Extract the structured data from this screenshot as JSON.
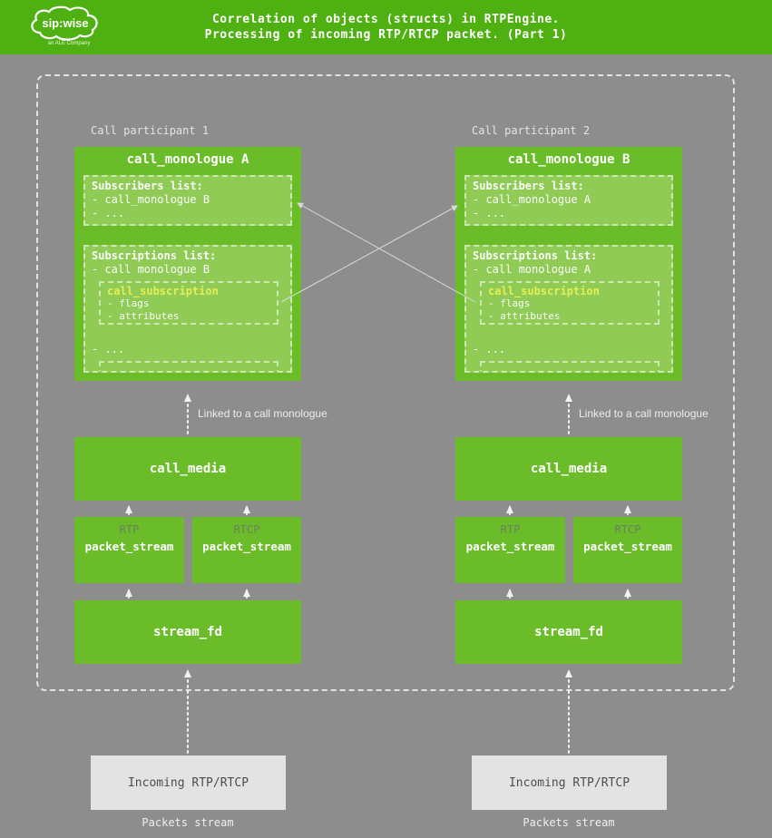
{
  "colors": {
    "header-green": "#4fb012",
    "box-green": "#6abd28",
    "inner-green": "#8fcb55",
    "bg-gray": "#8d8d8d",
    "accent-yellow": "#e6ee55",
    "incoming-bg": "#e3e3e3"
  },
  "header": {
    "title_line1": "Correlation of objects (structs) in RTPEngine.",
    "title_line2": "Processing of incoming RTP/RTCP packet. (Part 1)",
    "logo": {
      "brand": "sip:wise",
      "tagline": "an ALE Company"
    }
  },
  "participants": [
    {
      "label": "Call participant 1",
      "monologue_title": "call_monologue A",
      "subscribers_title": "Subscribers list:",
      "subscribers_item1": "- call_monologue B",
      "subscribers_item2": "- ...",
      "subscriptions_title": "Subscriptions list:",
      "subscriptions_item": "- call monologue B",
      "subscription_title": "call_subscription",
      "subscription_field1": "- flags",
      "subscription_field2": "- attributes",
      "subscriptions_more": "- ...",
      "linked_label": "Linked to a call monologue",
      "media_label": "call_media",
      "stream1_protocol": "RTP",
      "stream1_label": "packet_stream",
      "stream2_protocol": "RTCP",
      "stream2_label": "packet_stream",
      "fd_label": "stream_fd",
      "incoming_label": "Incoming RTP/RTCP",
      "packets_label": "Packets stream"
    },
    {
      "label": "Call participant 2",
      "monologue_title": "call_monologue B",
      "subscribers_title": "Subscribers list:",
      "subscribers_item1": "- call_monologue A",
      "subscribers_item2": "- ...",
      "subscriptions_title": "Subscriptions list:",
      "subscriptions_item": "- call monologue A",
      "subscription_title": "call_subscription",
      "subscription_field1": "- flags",
      "subscription_field2": "- attributes",
      "subscriptions_more": "- ...",
      "linked_label": "Linked to a call monologue",
      "media_label": "call_media",
      "stream1_protocol": "RTP",
      "stream1_label": "packet_stream",
      "stream2_protocol": "RTCP",
      "stream2_label": "packet_stream",
      "fd_label": "stream_fd",
      "incoming_label": "Incoming RTP/RTCP",
      "packets_label": "Packets stream"
    }
  ]
}
